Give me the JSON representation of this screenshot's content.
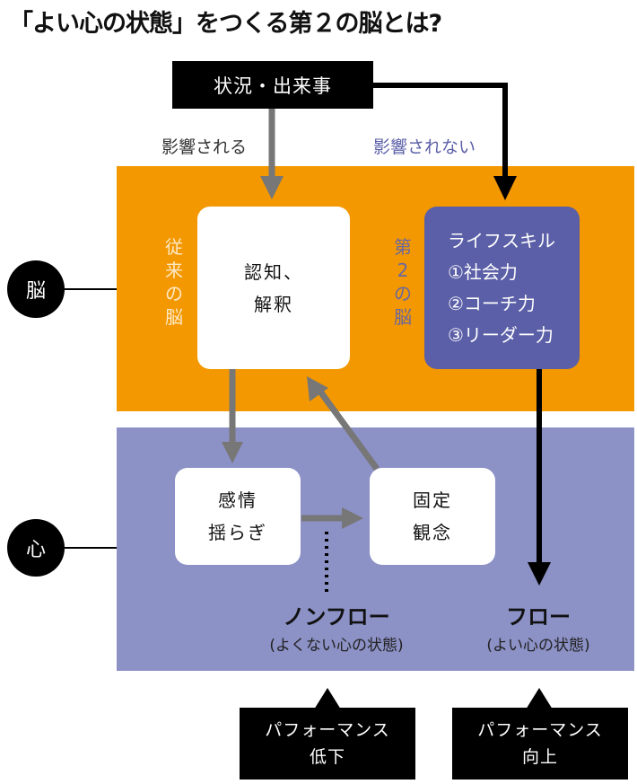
{
  "title": "「よい心の状態」をつくる第２の脳とは?",
  "colors": {
    "brain_panel": "#f39800",
    "heart_panel": "#8c91c6",
    "lifeskill_box": "#5b5fa7",
    "arrow_gray": "#777777",
    "arrow_black": "#000000"
  },
  "event": "状況・出来事",
  "edge_labels": {
    "affected": "影響される",
    "not_affected": "影響されない"
  },
  "side_nodes": {
    "brain": "脳",
    "heart": "心"
  },
  "brain_layer": {
    "old_brain_label": "従来の脳",
    "second_brain_label": "第2の脳",
    "cognition_box": [
      "認知、",
      "解釈"
    ],
    "lifeskill_box": {
      "title": "ライフスキル",
      "items": [
        "①社会力",
        "②コーチ力",
        "③リーダー力"
      ]
    }
  },
  "heart_layer": {
    "emotion_box": [
      "感情",
      "揺らぎ"
    ],
    "fixed_box": [
      "固定",
      "観念"
    ],
    "nonflow": {
      "title": "ノンフロー",
      "subtitle": "(よくない心の状態)"
    },
    "flow": {
      "title": "フロー",
      "subtitle": "(よい心の状態)"
    }
  },
  "outcomes": {
    "down": [
      "パフォーマンス",
      "低下"
    ],
    "up": [
      "パフォーマンス",
      "向上"
    ]
  }
}
